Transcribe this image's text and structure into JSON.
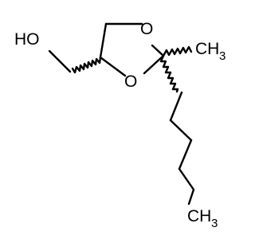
{
  "molecule": {
    "atoms": {
      "hydroxyl": "HO",
      "ring_oxygen_top": "O",
      "ring_oxygen_bottom": "O",
      "methyl_top": "CH",
      "methyl_top_subscript": "3",
      "methyl_bottom": "CH",
      "methyl_bottom_subscript": "3"
    },
    "stereo_unspecified_bonds": 3,
    "colors": {
      "bond": "#000000",
      "text": "#000000",
      "background": "#ffffff"
    }
  }
}
